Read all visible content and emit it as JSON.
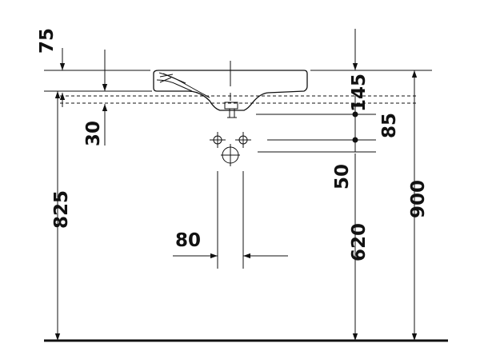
{
  "dimensions": {
    "d75": "75",
    "d30": "30",
    "d825": "825",
    "d80": "80",
    "d145": "145",
    "d85": "85",
    "d50": "50",
    "d620": "620",
    "d900": "900"
  }
}
